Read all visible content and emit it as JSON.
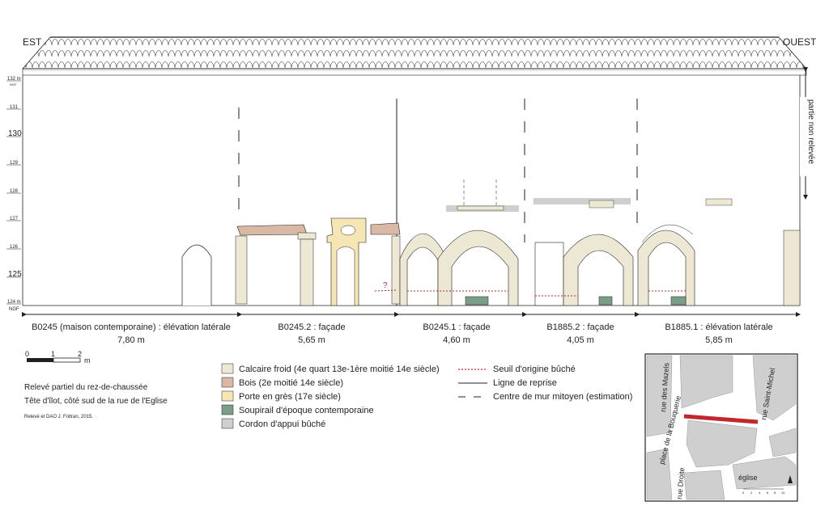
{
  "orientation": {
    "east": "EST",
    "west": "OUEST"
  },
  "side_note": "partie non relevée",
  "altitude_scale": {
    "top": "132 m",
    "top_unit": "NGF",
    "ticks": [
      "131",
      "130",
      "129",
      "128",
      "127",
      "126",
      "125"
    ],
    "bottom": "124 m",
    "bottom_unit": "NGF"
  },
  "sections": [
    {
      "code": "B0245 (maison contemporaine) : élévation latérale",
      "length": "7,80 m"
    },
    {
      "code": "B0245.2 : façade",
      "length": "5,65 m"
    },
    {
      "code": "B0245.1 : façade",
      "length": "4,60 m"
    },
    {
      "code": "B1885.2 : façade",
      "length": "4,05 m"
    },
    {
      "code": "B1885.1 : élévation latérale",
      "length": "5,85 m"
    }
  ],
  "question_mark": "?",
  "scale_bar": {
    "ticks": [
      "0",
      "1",
      "2"
    ],
    "unit": "m"
  },
  "caption": {
    "line1": "Relevé partiel du rez-de-chaussée",
    "line2": "Tête d'îlot, côté sud de la rue de l'Eglise",
    "credit": "Relevé et DAO J. Foltran, 2015."
  },
  "legend_materials": [
    {
      "label": "Calcaire froid (4e quart 13e-1ère moitié 14e siècle)",
      "color": "#ece8d3"
    },
    {
      "label": "Bois (2e moitié 14e siècle)",
      "color": "#d9b9a5"
    },
    {
      "label": "Porte en grès (17e siècle)",
      "color": "#f6e6b4"
    },
    {
      "label": "Soupirail d'époque contemporaine",
      "color": "#7a9e88"
    },
    {
      "label": "Cordon d'appui bûché",
      "color": "#cfcfcf"
    }
  ],
  "legend_lines": [
    {
      "label": "Seuil d'origine bûché",
      "style": "red-dotted"
    },
    {
      "label": "Ligne de reprise",
      "style": "solid"
    },
    {
      "label": "Centre de mur mitoyen (estimation)",
      "style": "dashed"
    }
  ],
  "location_map": {
    "streets": [
      "rue des Mazels",
      "rue Saint-Michel",
      "place de la Bouquerie",
      "rue Droite"
    ],
    "landmark": "église",
    "scale_ticks": [
      "0",
      "2",
      "4",
      "6",
      "8",
      "10"
    ],
    "highlight_color": "#c1272d"
  },
  "colors": {
    "stone": "#ece8d3",
    "wood": "#d9b9a5",
    "sandstone": "#f6e6b4",
    "vent": "#7a9e88",
    "cordon": "#cfcfcf",
    "threshold": "#c1272d"
  }
}
